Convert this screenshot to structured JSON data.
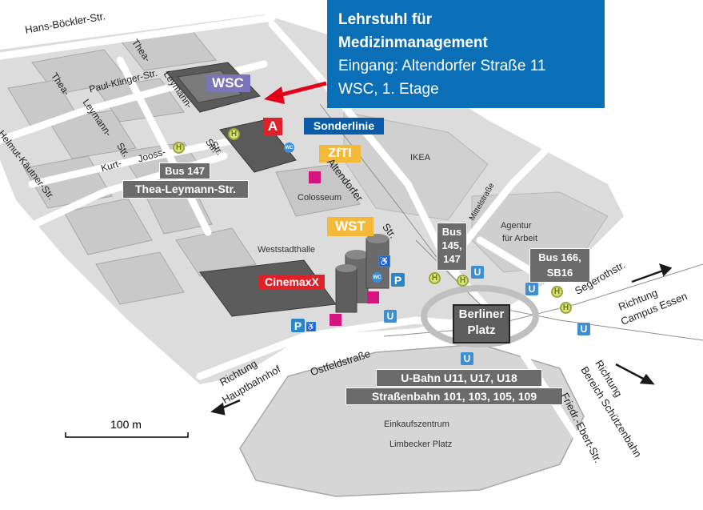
{
  "callout": {
    "title_line1": "Lehrstuhl für",
    "title_line2": "Medizinmanagement",
    "entrance": "Eingang: Altendorfer Straße 11",
    "floor": "WSC, 1. Etage"
  },
  "buildings": {
    "wsc": "WSC",
    "a": "A",
    "zfti": "ZfTI",
    "wst": "WST",
    "cinemaxx": "CinemaxX"
  },
  "transit": {
    "sonderlinie": "Sonderlinie",
    "bus147_line1": "Bus 147",
    "bus147_line2": "Thea-Leymann-Str.",
    "bus145_line1": "Bus",
    "bus145_line2": "145,",
    "bus145_line3": "147",
    "bus166_line1": "Bus 166,",
    "bus166_line2": "SB16",
    "berliner_line1": "Berliner",
    "berliner_line2": "Platz",
    "ubahn_line1": "U-Bahn U11, U17, U18",
    "ubahn_line2": "Straßenbahn 101, 103, 105, 109"
  },
  "streets": {
    "hans_boeckler": "Hans-Böckler-Str.",
    "thea_leymann_a": "Thea-",
    "thea_leymann_b": "Leymann-",
    "thea_leymann_c": "Str.",
    "paul_klinger": "Paul-Klinger-Str.",
    "thea2_a": "Thea-",
    "thea2_b": "Leymann-",
    "thea2_c": "Str.",
    "helmut_kaeutner": "Helmut-Käutner-Str.",
    "kurt_jooss_a": "Kurt-",
    "kurt_jooss_b": "Jooss-",
    "kurt_jooss_c": "Str.",
    "altendorfer": "Altendorfer",
    "altendorfer_str": "Str.",
    "mittelstrasse": "Mittelstraße",
    "segeroth": "Segerothstr.",
    "ostfeld": "Ostfeldstraße",
    "friedr_ebert": "Friedr.-Ebert-Str."
  },
  "areas": {
    "ikea": "IKEA",
    "colosseum": "Colosseum",
    "weststadthalle": "Weststadthalle",
    "agentur_line1": "Agentur",
    "agentur_line2": "für Arbeit",
    "einkauf_line1": "Einkaufszentrum",
    "einkauf_line2": "Limbecker Platz"
  },
  "directions": {
    "hbf_line1": "Richtung",
    "hbf_line2": "Hauptbahnhof",
    "essen_line1": "Richtung",
    "essen_line2": "Campus Essen",
    "schuetzen_line1": "Richtung",
    "schuetzen_line2": "Bereich Schützenbahn"
  },
  "scale": {
    "label": "100 m"
  },
  "icons": {
    "ubahn": "U",
    "park": "P",
    "haltestelle": "H",
    "wc": "WC",
    "wheelchair": "♿"
  },
  "colors": {
    "callout": "#0b6fb8",
    "wsc": "#7a74b8",
    "a_box": "#e2202a",
    "zfti": "#f5b93a",
    "wst": "#f5b93a",
    "cinemaxx": "#e2202a",
    "sonderlinie": "#0b5ca8",
    "arrow": "#e2001a"
  }
}
